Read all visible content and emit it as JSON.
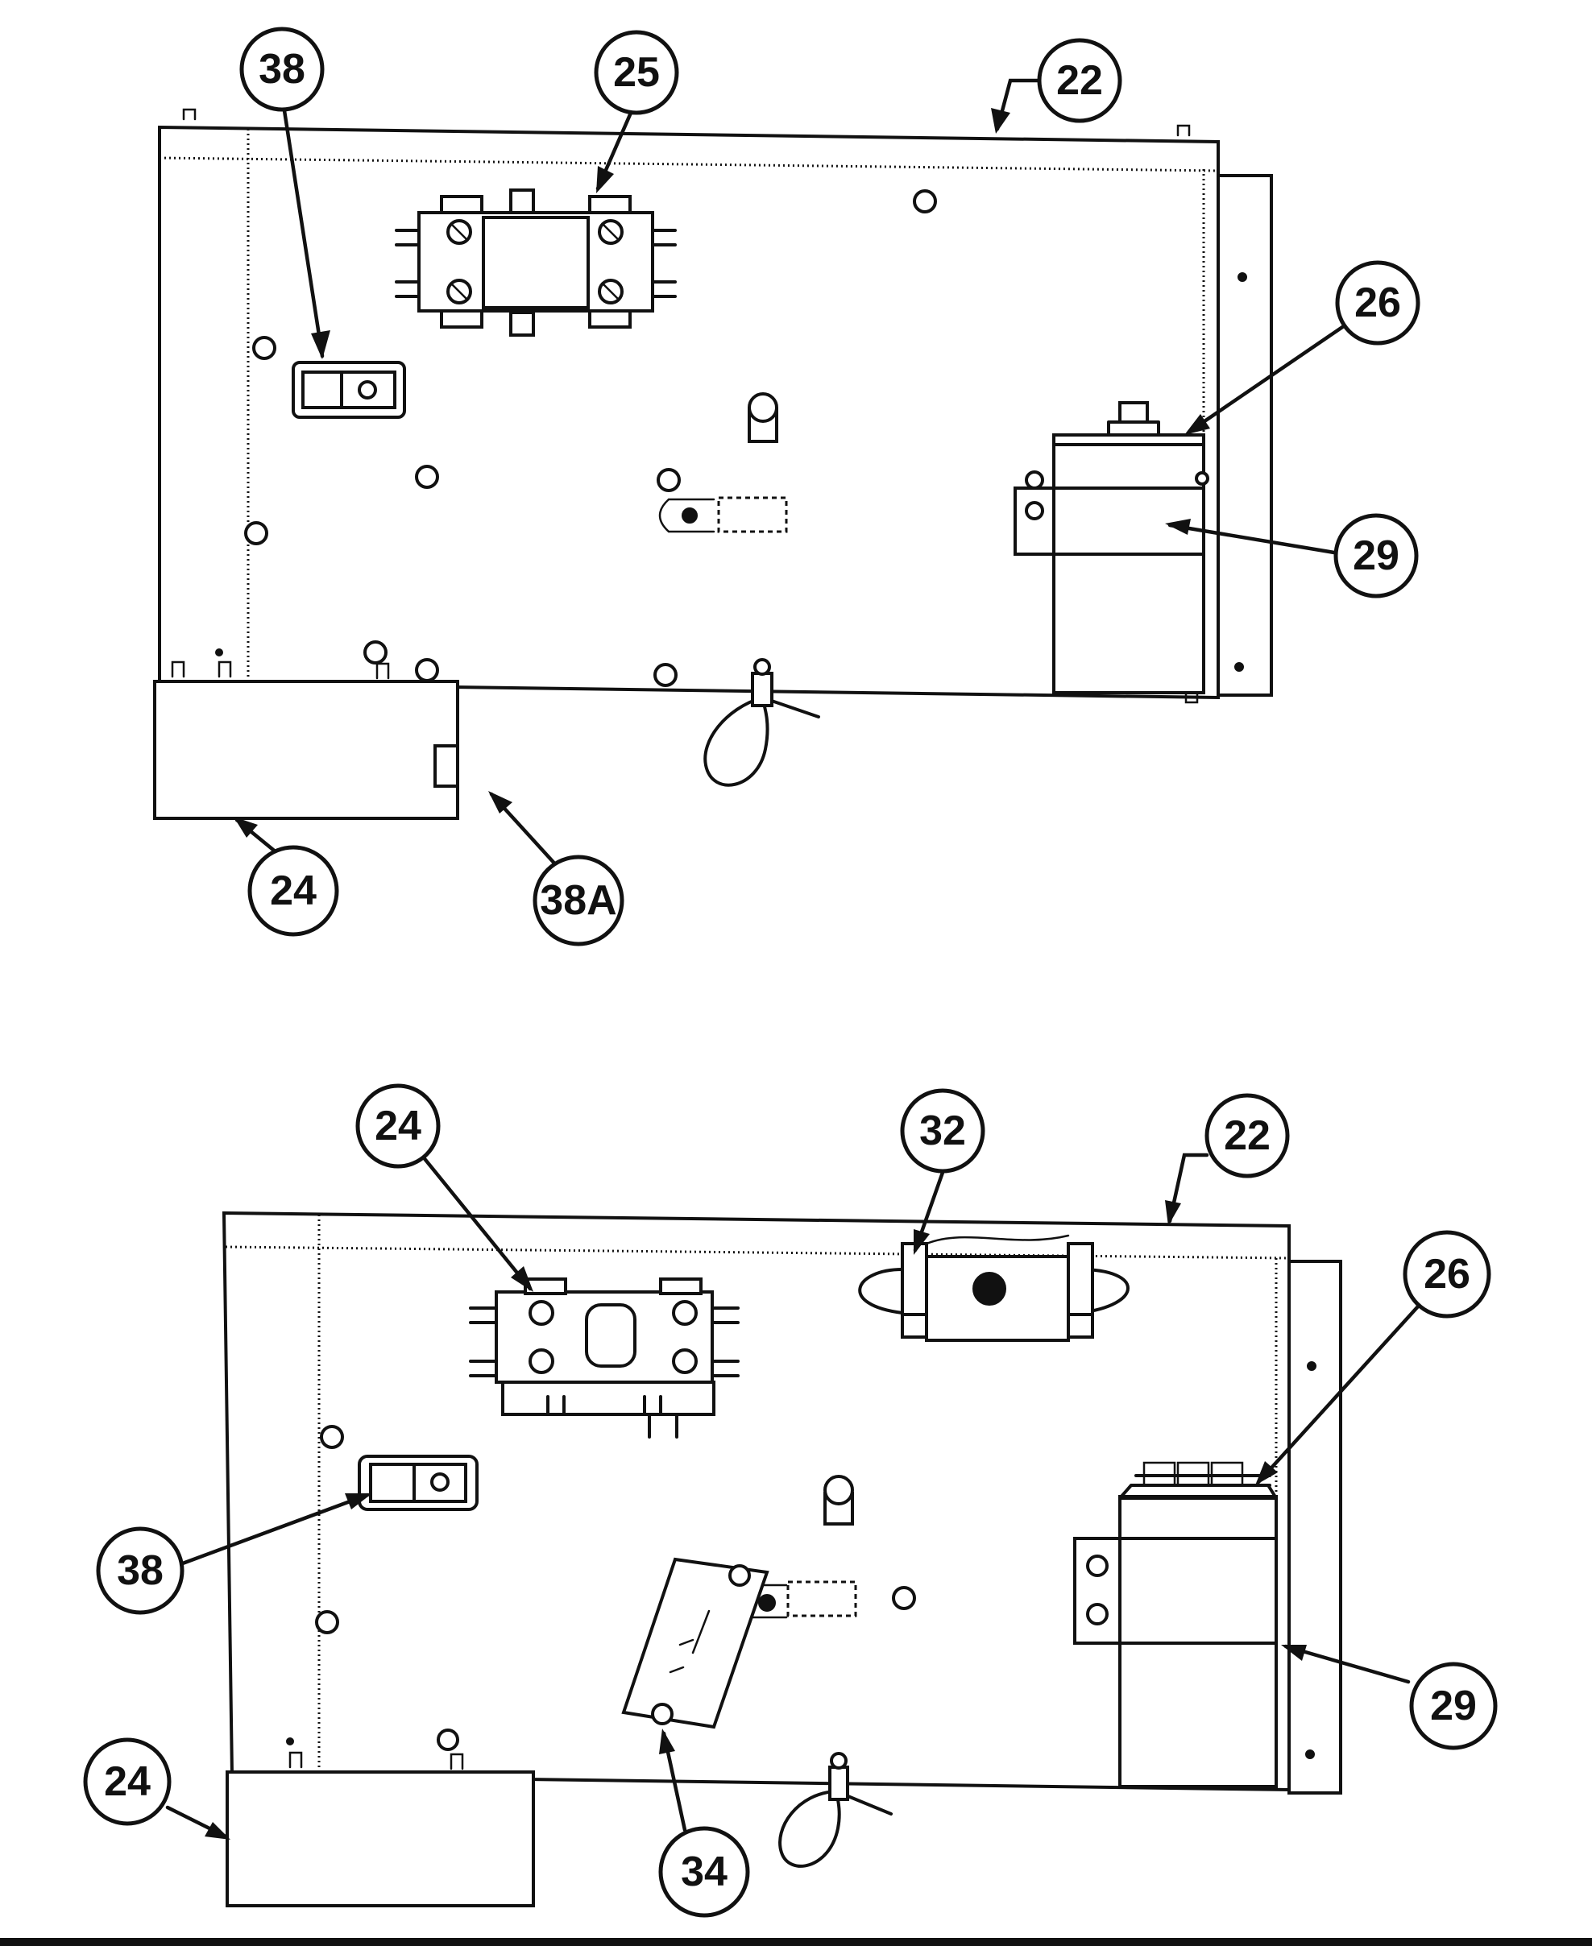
{
  "callouts": {
    "top": [
      {
        "id": "c38",
        "label": "38"
      },
      {
        "id": "c25",
        "label": "25"
      },
      {
        "id": "c22",
        "label": "22"
      },
      {
        "id": "c26",
        "label": "26"
      },
      {
        "id": "c29",
        "label": "29"
      },
      {
        "id": "c24",
        "label": "24"
      },
      {
        "id": "c38a",
        "label": "38A"
      }
    ],
    "bottom": [
      {
        "id": "c24a",
        "label": "24"
      },
      {
        "id": "c32",
        "label": "32"
      },
      {
        "id": "c22",
        "label": "22"
      },
      {
        "id": "c26",
        "label": "26"
      },
      {
        "id": "c38",
        "label": "38"
      },
      {
        "id": "c29",
        "label": "29"
      },
      {
        "id": "c24b",
        "label": "24"
      },
      {
        "id": "c34",
        "label": "34"
      }
    ]
  },
  "colors": {
    "ink": "#111111",
    "paper": "#ffffff"
  }
}
